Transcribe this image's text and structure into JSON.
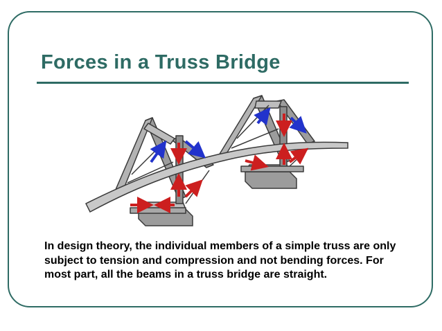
{
  "slide": {
    "title": "Forces in a Truss Bridge",
    "body": "In design theory, the individual members of a simple truss are only subject to tension and compression and not bending forces. For most part, all the beams in a truss bridge are straight."
  },
  "illustration": {
    "icon": "truss-bridge-illustration",
    "colors": {
      "steel": "#9c9c9c",
      "steel_edge": "#3a3a3a",
      "deck": "#c8c8c8",
      "compression_arrows": "#cc1f1f",
      "tension_arrows": "#2233cc"
    }
  },
  "colors": {
    "accent": "#2e6b64",
    "text": "#000000",
    "background": "#ffffff"
  }
}
